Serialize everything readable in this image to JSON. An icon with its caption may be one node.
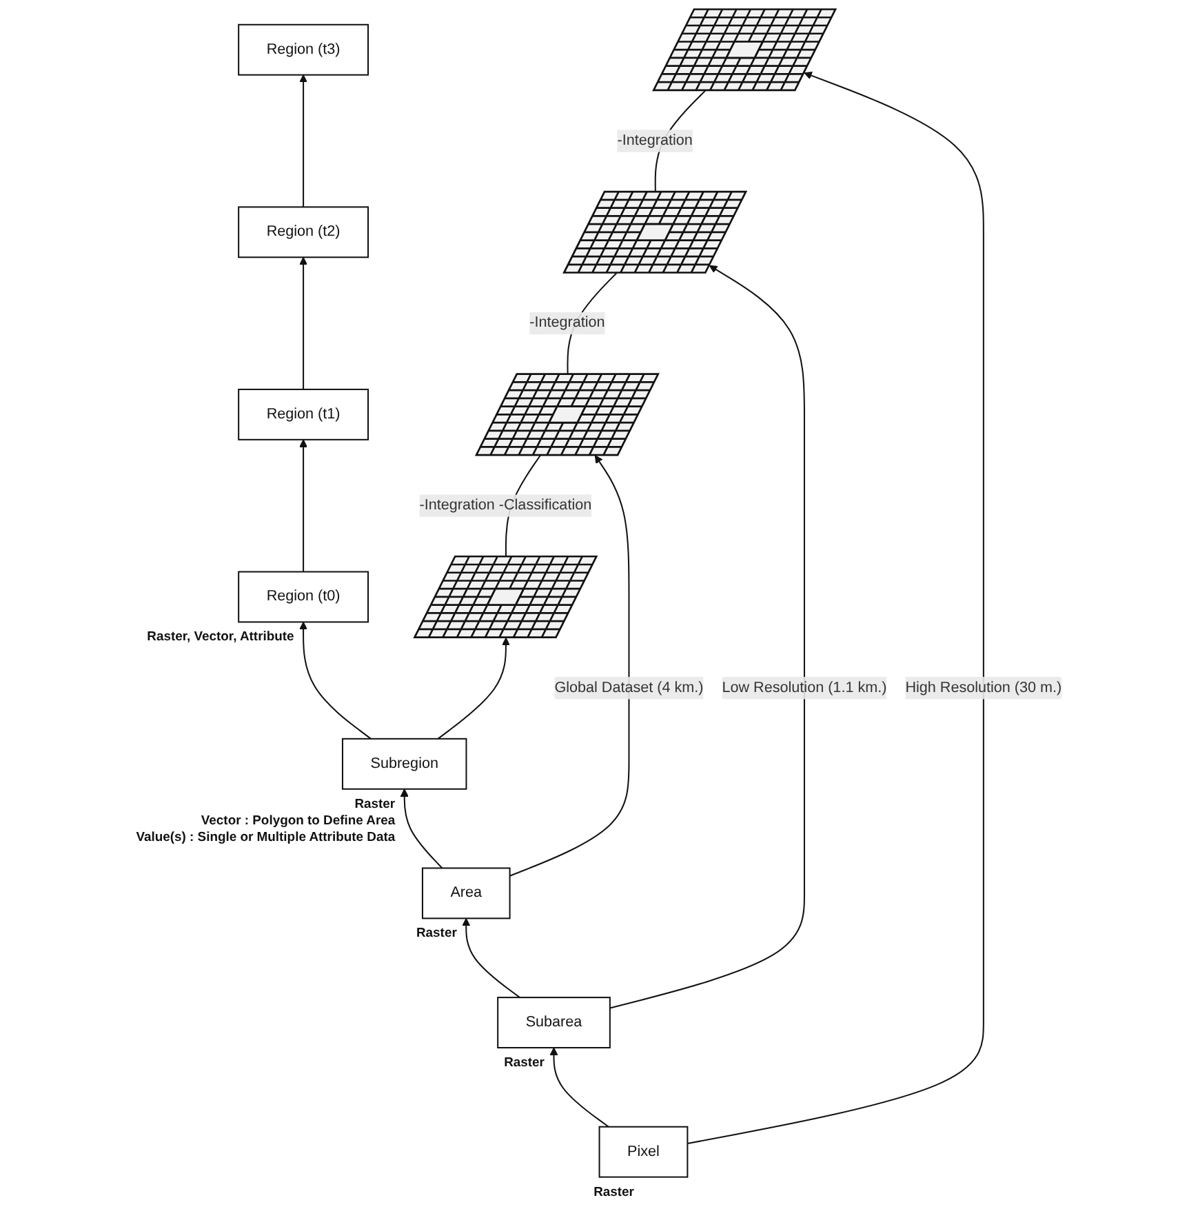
{
  "diagram": {
    "nodes": [
      {
        "text": [
          "Region (t0)"
        ],
        "beside": [
          "Raster, Vector, Attribute"
        ]
      },
      {
        "text": [
          "Region (t1)"
        ]
      },
      {
        "text": [
          "Region (t2)"
        ]
      },
      {
        "text": [
          "Region (t3)"
        ]
      },
      {
        "text": [
          "Subregion"
        ],
        "beside": [
          "Raster",
          "Vector : Polygon to Define Area",
          "Value(s) : Single or Multiple Attribute Data"
        ]
      },
      {
        "text": [],
        "shape": "picture"
      },
      {
        "text": [
          "Area"
        ],
        "beside": [
          "Raster"
        ]
      },
      {
        "text": [],
        "shape": "picture"
      },
      {
        "text": [
          "Subarea"
        ],
        "beside": [
          "Raster"
        ]
      },
      {
        "text": [],
        "shape": "picture"
      },
      {
        "text": [
          "Pixel"
        ],
        "beside": [
          "Raster"
        ]
      },
      {
        "text": [],
        "shape": "picture"
      }
    ],
    "edges": [
      {
        "from": 0,
        "to": 1,
        "arrow": "to"
      },
      {
        "from": 1,
        "to": 2,
        "arrow": "to"
      },
      {
        "from": 2,
        "to": 3,
        "arrow": "to"
      },
      {
        "from": 4,
        "to": 0,
        "arrow": "to"
      },
      {
        "from": 6,
        "to": 4,
        "arrow": "to"
      },
      {
        "from": 8,
        "to": 6,
        "arrow": "to"
      },
      {
        "from": 10,
        "to": 8,
        "arrow": "to"
      },
      {
        "from": 4,
        "to": 5,
        "arrow": "to"
      },
      {
        "from": 6,
        "to": 7,
        "arrow": "to",
        "label": "Global Dataset (4 km.)"
      },
      {
        "from": 8,
        "to": 9,
        "arrow": "to",
        "label": "Low Resolution (1.1 km.)"
      },
      {
        "from": 10,
        "to": 11,
        "arrow": "to",
        "label": "High Resolution (30 m.)"
      },
      {
        "from": 5,
        "to": 7,
        "arrow": "none",
        "label": "-Integration -Classification"
      },
      {
        "from": 7,
        "to": 9,
        "arrow": "none",
        "label": "-Integration"
      },
      {
        "from": 9,
        "to": 11,
        "arrow": "none",
        "label": "-Integration"
      }
    ]
  }
}
